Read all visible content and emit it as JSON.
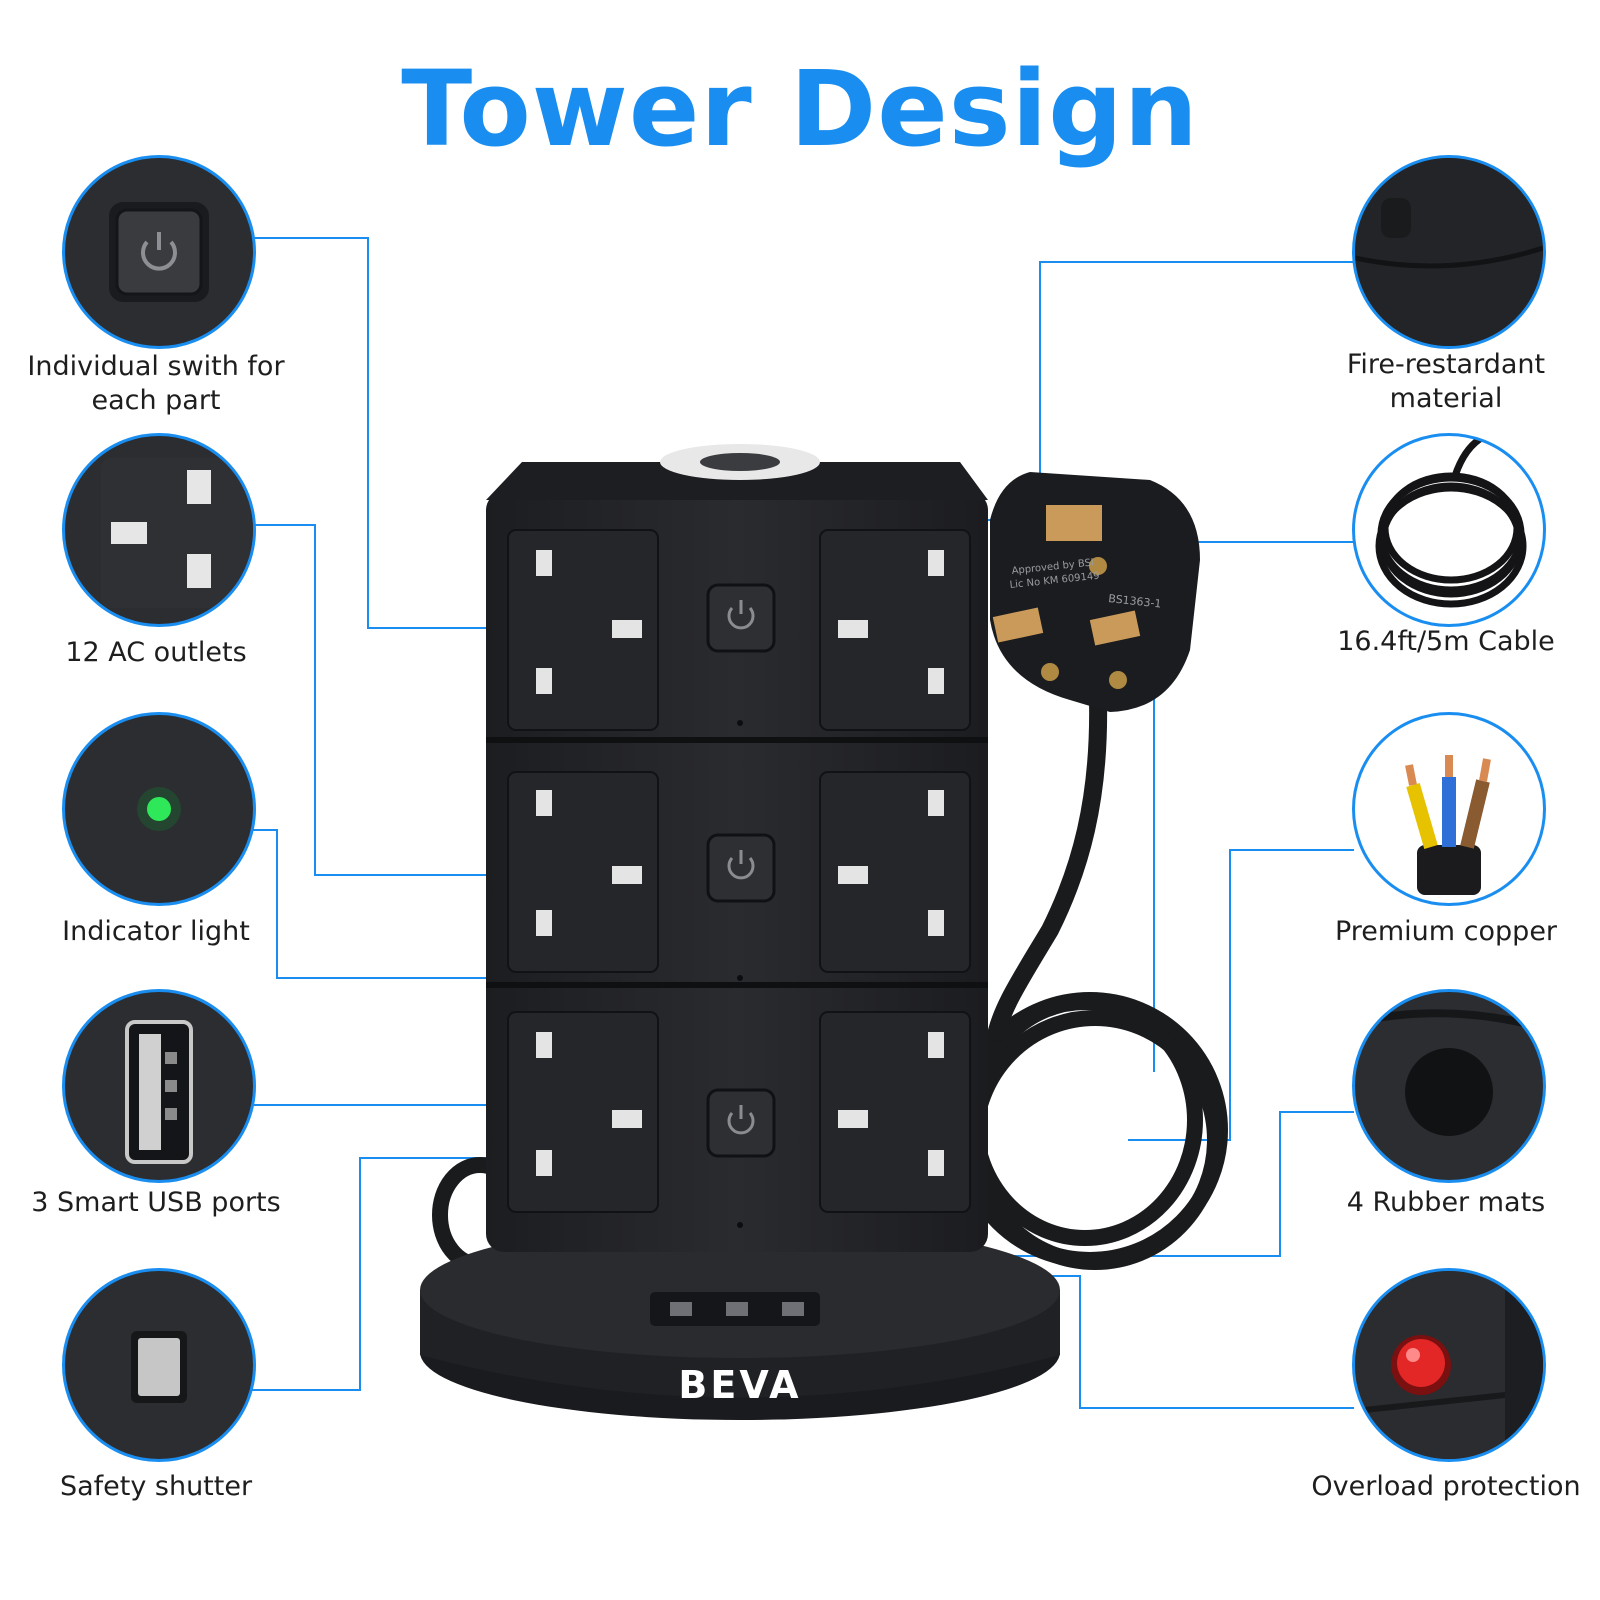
{
  "title": "Tower Design",
  "brand": "BEVA",
  "accent_color": "#1a8ef0",
  "plug_text": {
    "approved": "Approved by BSI",
    "lic": "Lic No KM 609149",
    "standard": "BS1363-1"
  },
  "features_left": [
    {
      "label": "Individual swith for each part",
      "icon": "power-switch-icon"
    },
    {
      "label": "12 AC outlets",
      "icon": "uk-socket-icon"
    },
    {
      "label": "Indicator light",
      "icon": "indicator-light-icon"
    },
    {
      "label": "3 Smart USB ports",
      "icon": "usb-port-icon"
    },
    {
      "label": "Safety shutter",
      "icon": "safety-shutter-icon"
    }
  ],
  "features_right": [
    {
      "label": "Fire-restardant material",
      "icon": "material-closeup-icon"
    },
    {
      "label": "16.4ft/5m Cable",
      "icon": "cable-coil-icon"
    },
    {
      "label": "Premium copper",
      "icon": "copper-wires-icon"
    },
    {
      "label": "4 Rubber mats",
      "icon": "rubber-mat-icon"
    },
    {
      "label": "Overload protection",
      "icon": "overload-button-icon"
    }
  ]
}
